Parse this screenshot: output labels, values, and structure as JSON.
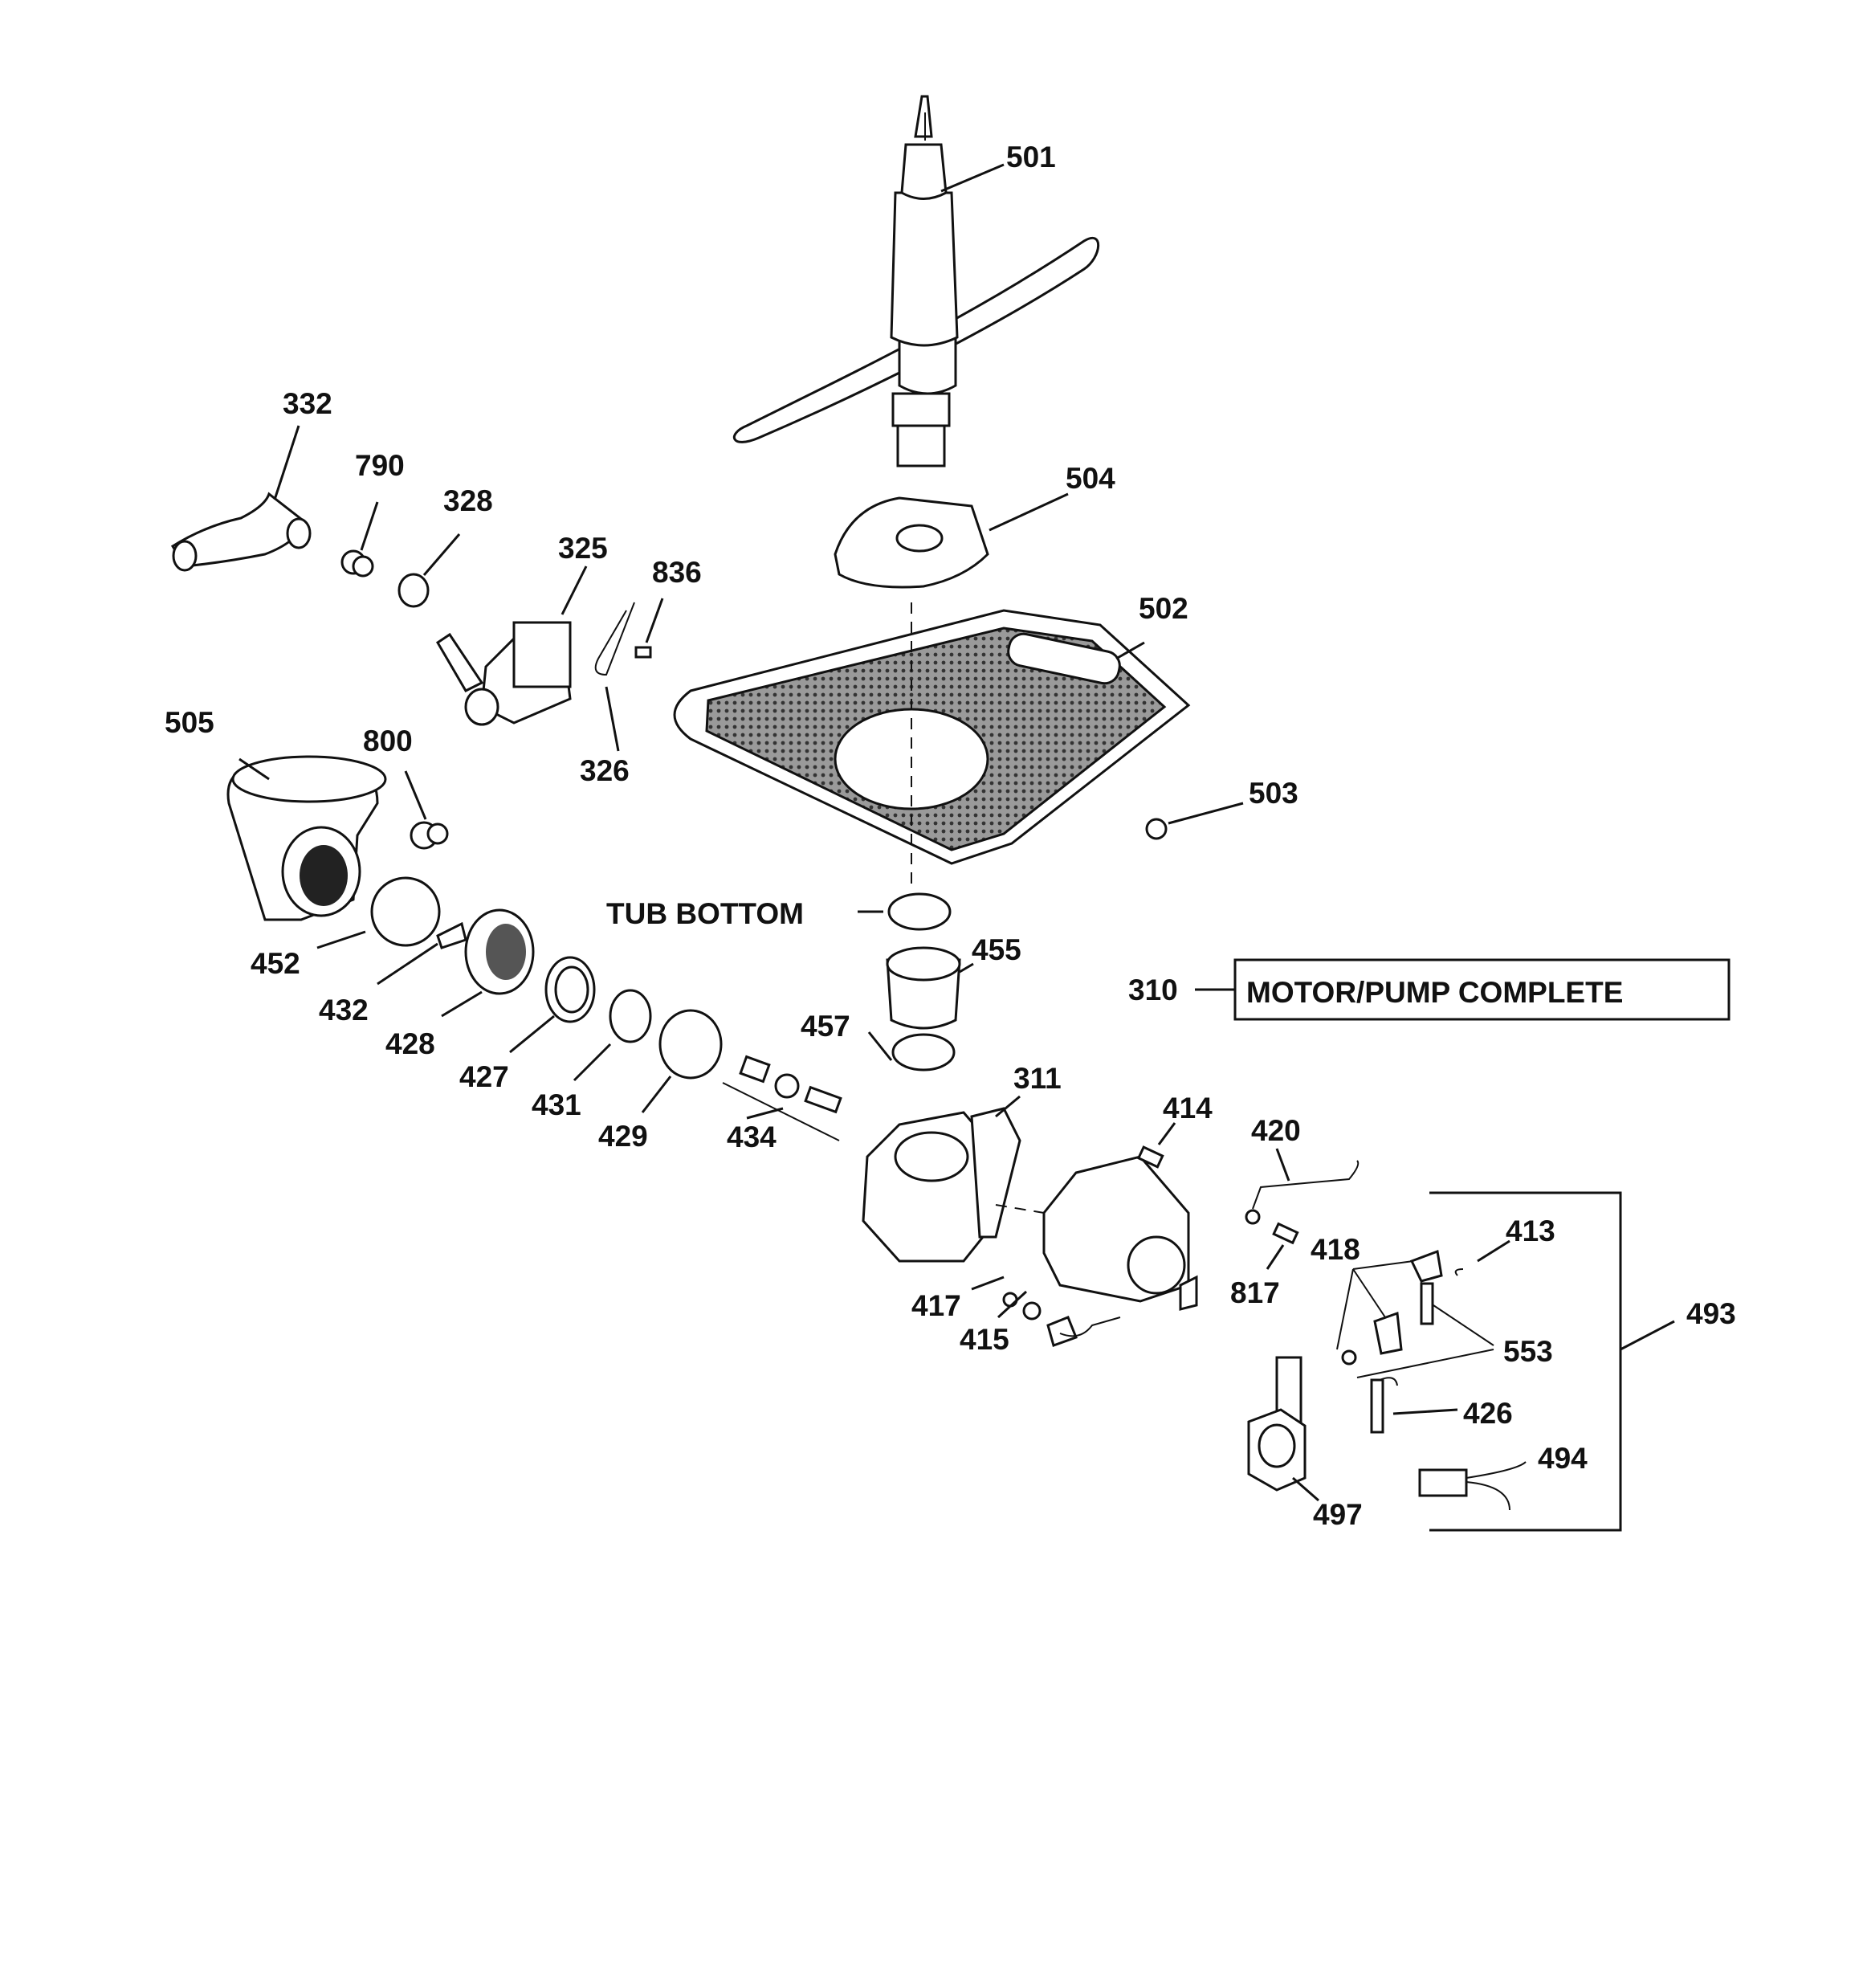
{
  "labels": {
    "p501": "501",
    "p504": "504",
    "p502": "502",
    "p503": "503",
    "p332": "332",
    "p790": "790",
    "p328": "328",
    "p325": "325",
    "p836": "836",
    "p326": "326",
    "p505": "505",
    "p800": "800",
    "tub_bottom": "TUB BOTTOM",
    "p455": "455",
    "p457": "457",
    "p310": "310",
    "motor_pump": "MOTOR/PUMP COMPLETE",
    "p452": "452",
    "p432": "432",
    "p428": "428",
    "p427": "427",
    "p431": "431",
    "p429": "429",
    "p434": "434",
    "p311": "311",
    "p414": "414",
    "p420": "420",
    "p413": "413",
    "p418": "418",
    "p817": "817",
    "p493": "493",
    "p417": "417",
    "p415": "415",
    "p553": "553",
    "p426": "426",
    "p494": "494",
    "p497": "497"
  }
}
